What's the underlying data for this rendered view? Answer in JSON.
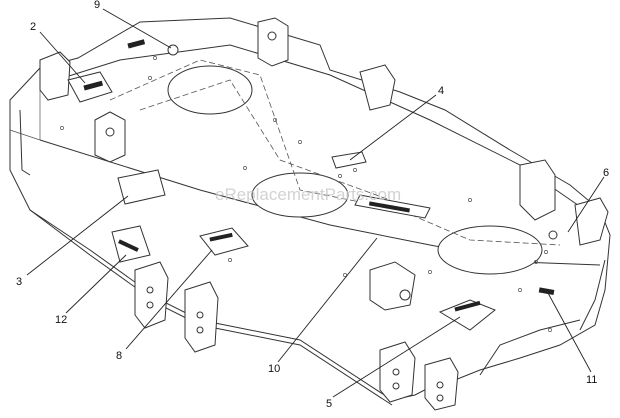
{
  "callouts": [
    {
      "number": "9"
    },
    {
      "number": "2"
    },
    {
      "number": "4"
    },
    {
      "number": "6"
    },
    {
      "number": "3"
    },
    {
      "number": "12"
    },
    {
      "number": "8"
    },
    {
      "number": "10"
    },
    {
      "number": "5"
    },
    {
      "number": "11"
    }
  ],
  "watermark": "eReplacementParts.com",
  "colors": {
    "line": "#333333",
    "background": "#ffffff",
    "watermark": "#c8c8c8"
  }
}
